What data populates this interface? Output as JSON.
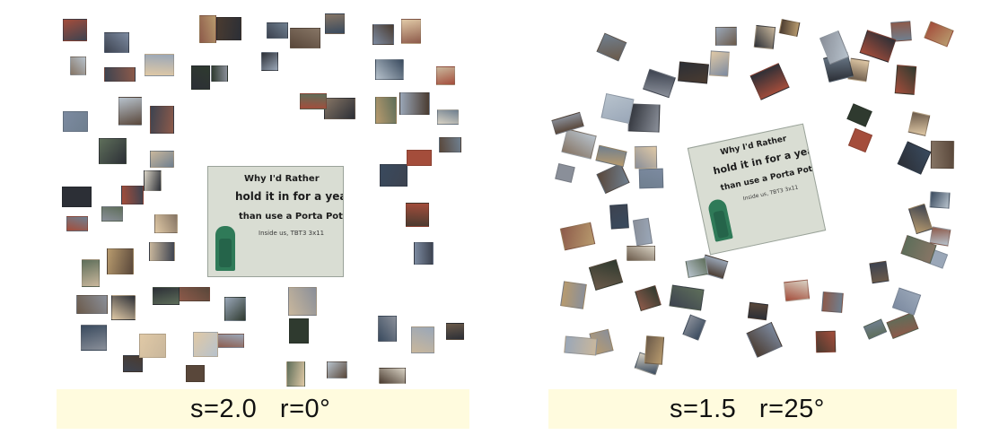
{
  "panels": [
    {
      "id": "left",
      "caption_s": "s=2.0",
      "caption_r": "r=0°",
      "featured_text": {
        "line1": "Why I'd Rather",
        "line2": "hold it in for a year",
        "line3": "than use a Porta Potty",
        "note": "Inside us, TBT3 3x11"
      }
    },
    {
      "id": "right",
      "caption_s": "s=1.5",
      "caption_r": "r=25°",
      "featured_text": {
        "line1": "Why I'd Rather",
        "line2": "hold it in for a year",
        "line3": "than use a Porta Potty",
        "note": "Inside us, TBT3 3x11"
      }
    }
  ],
  "colors": {
    "panel_background": "#fffbde",
    "collage_background": "#ffffff"
  }
}
